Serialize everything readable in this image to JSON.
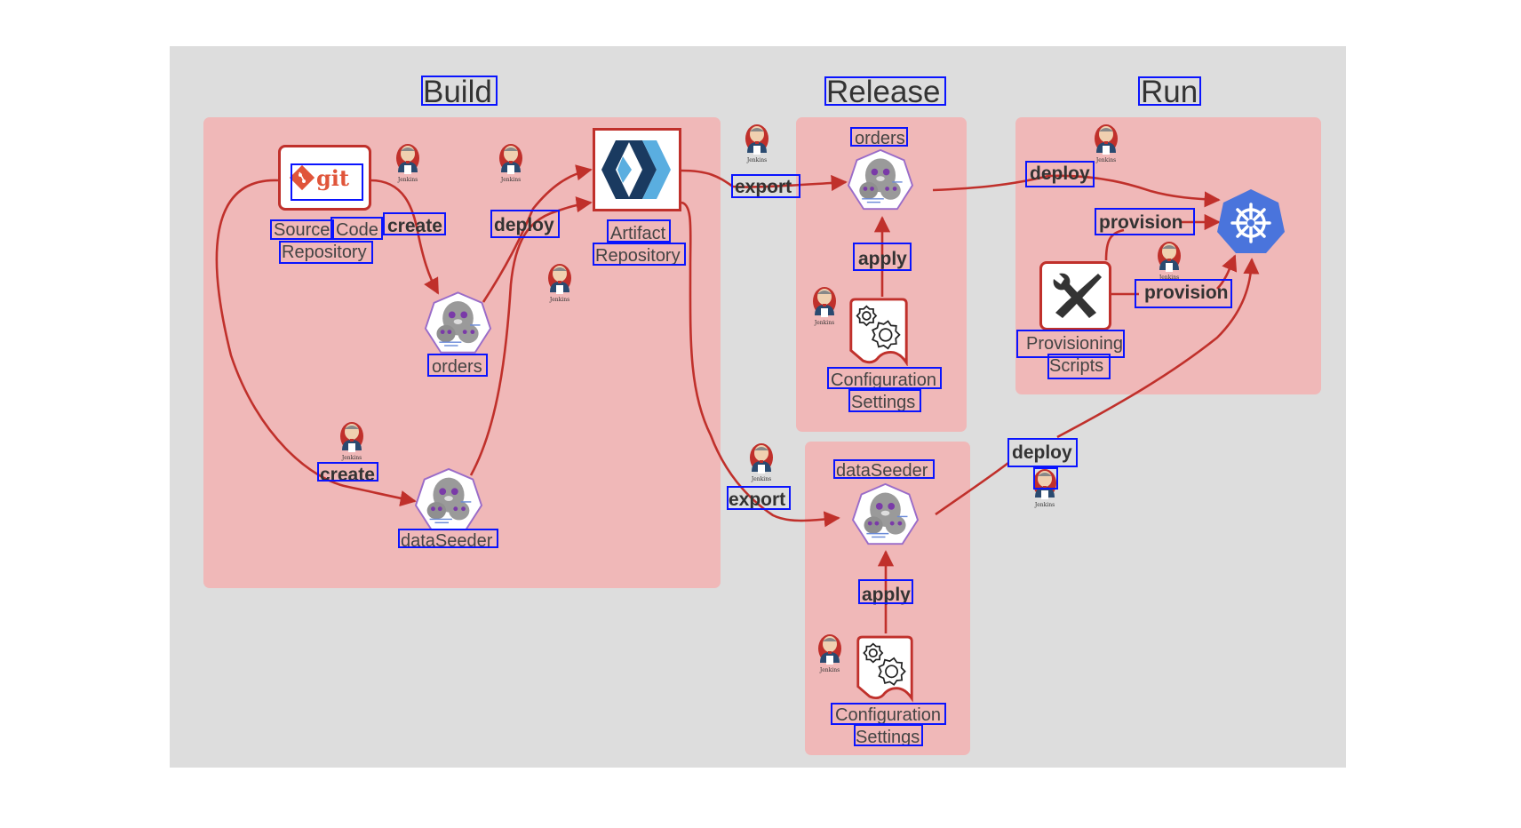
{
  "stages": {
    "build": "Build",
    "release": "Release",
    "run": "Run"
  },
  "nodes": {
    "source_repo": {
      "icon": "git-icon",
      "logo_text": "git",
      "label_words": [
        "Source",
        "Code"
      ],
      "label_line2": "Repository"
    },
    "artifact_repo": {
      "icon": "artifact-repository-icon",
      "label_line1": "Artifact",
      "label_line2": "Repository"
    },
    "build_orders": {
      "icon": "seal-helm-chart-icon",
      "label": "orders"
    },
    "build_dataseeder": {
      "icon": "seal-helm-chart-icon",
      "label": "dataSeeder"
    },
    "release_orders": {
      "icon": "seal-helm-chart-icon",
      "label": "orders"
    },
    "release_dataseeder": {
      "icon": "seal-helm-chart-icon",
      "label": "dataSeeder"
    },
    "release_config_1": {
      "icon": "gears-document-icon",
      "label_line1": "Configuration",
      "label_line2": "Settings"
    },
    "release_config_2": {
      "icon": "gears-document-icon",
      "label_line1": "Configuration",
      "label_line2": "Settings"
    },
    "provisioning_scripts": {
      "icon": "tools-icon",
      "label_line1": "Provisioning",
      "label_line2": "Scripts"
    },
    "kubernetes": {
      "icon": "kubernetes-icon"
    }
  },
  "edges": {
    "create_orders": "create",
    "create_dataseeder": "create",
    "deploy_artifact": "deploy",
    "export_orders": "export",
    "export_dataseeder": "export",
    "apply_orders": "apply",
    "apply_dataseeder": "apply",
    "deploy_orders_k8s": "deploy",
    "deploy_dataseeder_k8s": "deploy",
    "provision_1": "provision",
    "provision_2": "provision"
  },
  "jenkins_caption": "Jenkins",
  "colors": {
    "panel": "#dddddd",
    "stage_box": "#f0b8b8",
    "edge": "#c0302b",
    "annotation": "#0a14ff",
    "git": "#e0553a",
    "kubernetes": "#4a74dc",
    "artifact_dark": "#1a3a60",
    "artifact_light": "#5aaee0"
  }
}
